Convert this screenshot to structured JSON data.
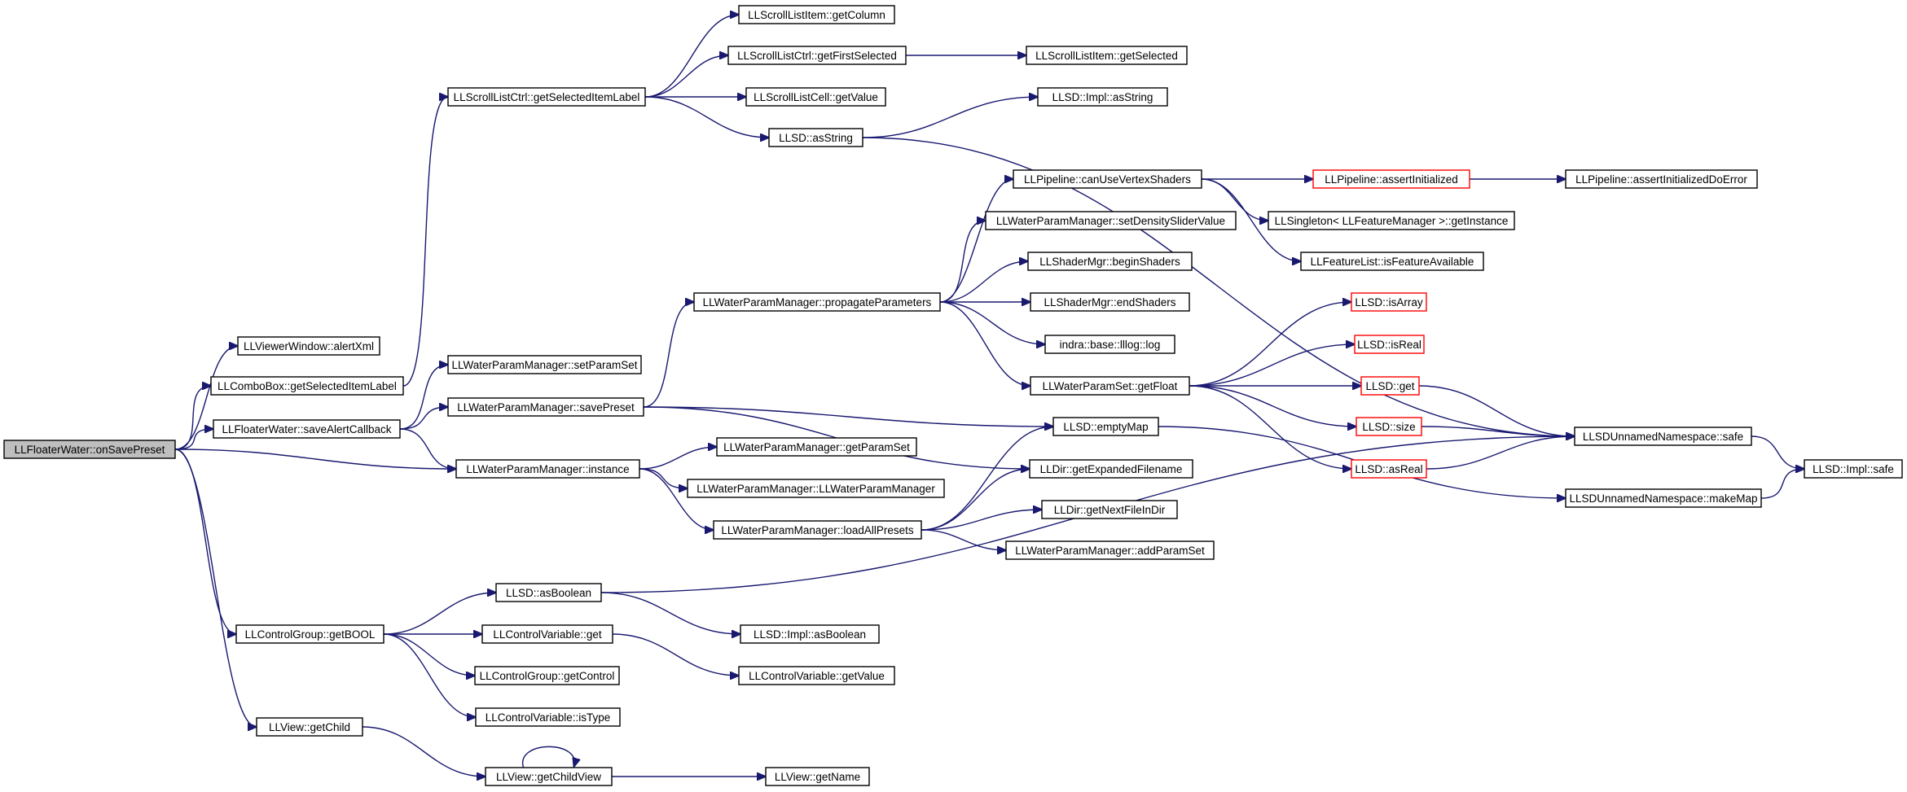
{
  "graph": {
    "colors": {
      "edge": "#191970",
      "node_border": "#000000",
      "node_border_truncated": "#ff0000",
      "root_fill": "#bfbfbf",
      "node_fill": "#ffffff"
    },
    "nodes": [
      {
        "id": "n0",
        "label": "LLFloaterWater::onSavePreset",
        "root": true
      },
      {
        "id": "n1",
        "label": "LLViewerWindow::alertXml"
      },
      {
        "id": "n2",
        "label": "LLComboBox::getSelectedItemLabel"
      },
      {
        "id": "n3",
        "label": "LLFloaterWater::saveAlertCallback"
      },
      {
        "id": "n4",
        "label": "LLWaterParamManager::instance"
      },
      {
        "id": "n5",
        "label": "LLControlGroup::getBOOL"
      },
      {
        "id": "n6",
        "label": "LLView::getChild"
      },
      {
        "id": "n7",
        "label": "LLScrollListCtrl::getSelectedItemLabel"
      },
      {
        "id": "n8",
        "label": "LLScrollListItem::getColumn"
      },
      {
        "id": "n9",
        "label": "LLScrollListCtrl::getFirstSelected"
      },
      {
        "id": "n10",
        "label": "LLScrollListItem::getSelected"
      },
      {
        "id": "n11",
        "label": "LLScrollListCell::getValue"
      },
      {
        "id": "n12",
        "label": "LLSD::asString"
      },
      {
        "id": "n13",
        "label": "LLSD::Impl::asString"
      },
      {
        "id": "n14",
        "label": "LLSDUnnamedNamespace::safe"
      },
      {
        "id": "n15",
        "label": "LLSD::Impl::safe"
      },
      {
        "id": "n16",
        "label": "LLWaterParamManager::setParamSet"
      },
      {
        "id": "n17",
        "label": "LLWaterParamManager::savePreset"
      },
      {
        "id": "n18",
        "label": "LLWaterParamManager::propagateParameters"
      },
      {
        "id": "n19",
        "label": "LLPipeline::canUseVertexShaders"
      },
      {
        "id": "n20",
        "label": "LLPipeline::assertInitialized",
        "truncated": true
      },
      {
        "id": "n21",
        "label": "LLPipeline::assertInitializedDoError"
      },
      {
        "id": "n22",
        "label": "LLSingleton< LLFeatureManager >::getInstance"
      },
      {
        "id": "n23",
        "label": "LLFeatureList::isFeatureAvailable"
      },
      {
        "id": "n24",
        "label": "LLWaterParamManager::setDensitySliderValue"
      },
      {
        "id": "n25",
        "label": "LLShaderMgr::beginShaders"
      },
      {
        "id": "n26",
        "label": "LLShaderMgr::endShaders"
      },
      {
        "id": "n27",
        "label": "indra::base::lllog::log"
      },
      {
        "id": "n28",
        "label": "LLWaterParamSet::getFloat"
      },
      {
        "id": "n29",
        "label": "LLSD::isArray",
        "truncated": true
      },
      {
        "id": "n30",
        "label": "LLSD::isReal",
        "truncated": true
      },
      {
        "id": "n31",
        "label": "LLSD::get",
        "truncated": true
      },
      {
        "id": "n32",
        "label": "LLSD::size",
        "truncated": true
      },
      {
        "id": "n33",
        "label": "LLSD::asReal",
        "truncated": true
      },
      {
        "id": "n34",
        "label": "LLSD::emptyMap"
      },
      {
        "id": "n35",
        "label": "LLSDUnnamedNamespace::makeMap"
      },
      {
        "id": "n36",
        "label": "LLDir::getExpandedFilename"
      },
      {
        "id": "n37",
        "label": "LLWaterParamManager::getParamSet"
      },
      {
        "id": "n38",
        "label": "LLWaterParamManager::LLWaterParamManager"
      },
      {
        "id": "n39",
        "label": "LLWaterParamManager::loadAllPresets"
      },
      {
        "id": "n40",
        "label": "LLDir::getNextFileInDir"
      },
      {
        "id": "n41",
        "label": "LLWaterParamManager::addParamSet"
      },
      {
        "id": "n42",
        "label": "LLSD::asBoolean"
      },
      {
        "id": "n43",
        "label": "LLSD::Impl::asBoolean"
      },
      {
        "id": "n44",
        "label": "LLControlVariable::get"
      },
      {
        "id": "n45",
        "label": "LLControlVariable::getValue"
      },
      {
        "id": "n46",
        "label": "LLControlGroup::getControl"
      },
      {
        "id": "n47",
        "label": "LLControlVariable::isType"
      },
      {
        "id": "n48",
        "label": "LLView::getChildView"
      },
      {
        "id": "n49",
        "label": "LLView::getName"
      }
    ],
    "edges": [
      [
        "n0",
        "n1"
      ],
      [
        "n0",
        "n2"
      ],
      [
        "n0",
        "n3"
      ],
      [
        "n0",
        "n4"
      ],
      [
        "n0",
        "n5"
      ],
      [
        "n0",
        "n6"
      ],
      [
        "n2",
        "n7"
      ],
      [
        "n7",
        "n8"
      ],
      [
        "n7",
        "n9"
      ],
      [
        "n7",
        "n11"
      ],
      [
        "n7",
        "n12"
      ],
      [
        "n9",
        "n10"
      ],
      [
        "n12",
        "n13"
      ],
      [
        "n12",
        "n14"
      ],
      [
        "n14",
        "n15"
      ],
      [
        "n3",
        "n16"
      ],
      [
        "n3",
        "n17"
      ],
      [
        "n3",
        "n4"
      ],
      [
        "n17",
        "n18"
      ],
      [
        "n17",
        "n34"
      ],
      [
        "n17",
        "n36"
      ],
      [
        "n18",
        "n19"
      ],
      [
        "n18",
        "n24"
      ],
      [
        "n18",
        "n25"
      ],
      [
        "n18",
        "n26"
      ],
      [
        "n18",
        "n27"
      ],
      [
        "n18",
        "n28"
      ],
      [
        "n19",
        "n20"
      ],
      [
        "n19",
        "n22"
      ],
      [
        "n19",
        "n23"
      ],
      [
        "n20",
        "n21"
      ],
      [
        "n28",
        "n29"
      ],
      [
        "n28",
        "n30"
      ],
      [
        "n28",
        "n31"
      ],
      [
        "n28",
        "n32"
      ],
      [
        "n28",
        "n33"
      ],
      [
        "n31",
        "n14"
      ],
      [
        "n32",
        "n14"
      ],
      [
        "n33",
        "n14"
      ],
      [
        "n34",
        "n35"
      ],
      [
        "n35",
        "n15"
      ],
      [
        "n4",
        "n37"
      ],
      [
        "n4",
        "n38"
      ],
      [
        "n4",
        "n39"
      ],
      [
        "n39",
        "n34"
      ],
      [
        "n39",
        "n36"
      ],
      [
        "n39",
        "n40"
      ],
      [
        "n39",
        "n41"
      ],
      [
        "n5",
        "n42"
      ],
      [
        "n5",
        "n44"
      ],
      [
        "n5",
        "n46"
      ],
      [
        "n5",
        "n47"
      ],
      [
        "n42",
        "n14"
      ],
      [
        "n42",
        "n43"
      ],
      [
        "n44",
        "n45"
      ],
      [
        "n6",
        "n48"
      ],
      [
        "n48",
        "n48"
      ],
      [
        "n48",
        "n49"
      ]
    ]
  }
}
